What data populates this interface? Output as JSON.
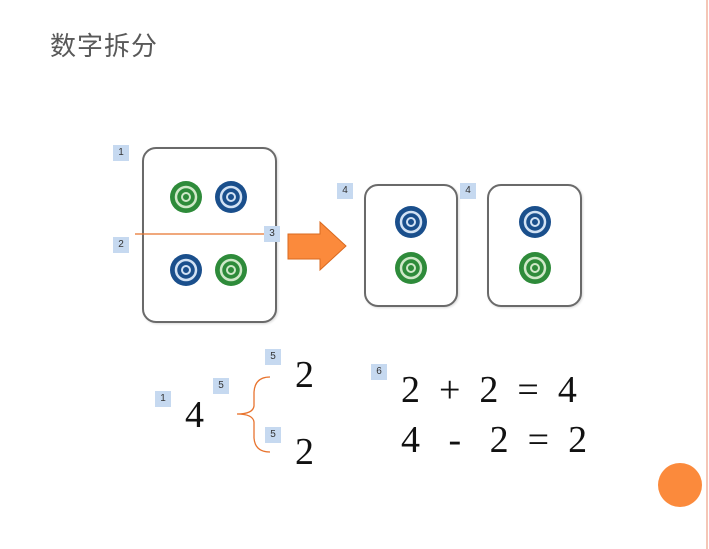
{
  "slide": {
    "title": "数字拆分",
    "tags": {
      "t1": "1",
      "t2": "2",
      "t3": "3",
      "t4a": "4",
      "t4b": "4",
      "t5a": "5",
      "t5b": "5",
      "t5c": "5",
      "t1b": "1",
      "t6": "6"
    },
    "decomposition": {
      "whole": "4",
      "part_top": "2",
      "part_bottom": "2"
    },
    "equations": [
      "2  +  2  =  4",
      "4   -   2  =  2"
    ],
    "colors": {
      "green": "#2e8b3a",
      "blue": "#1a4f8c",
      "orange": "#fb8a3c",
      "line": "#e8742f"
    }
  }
}
